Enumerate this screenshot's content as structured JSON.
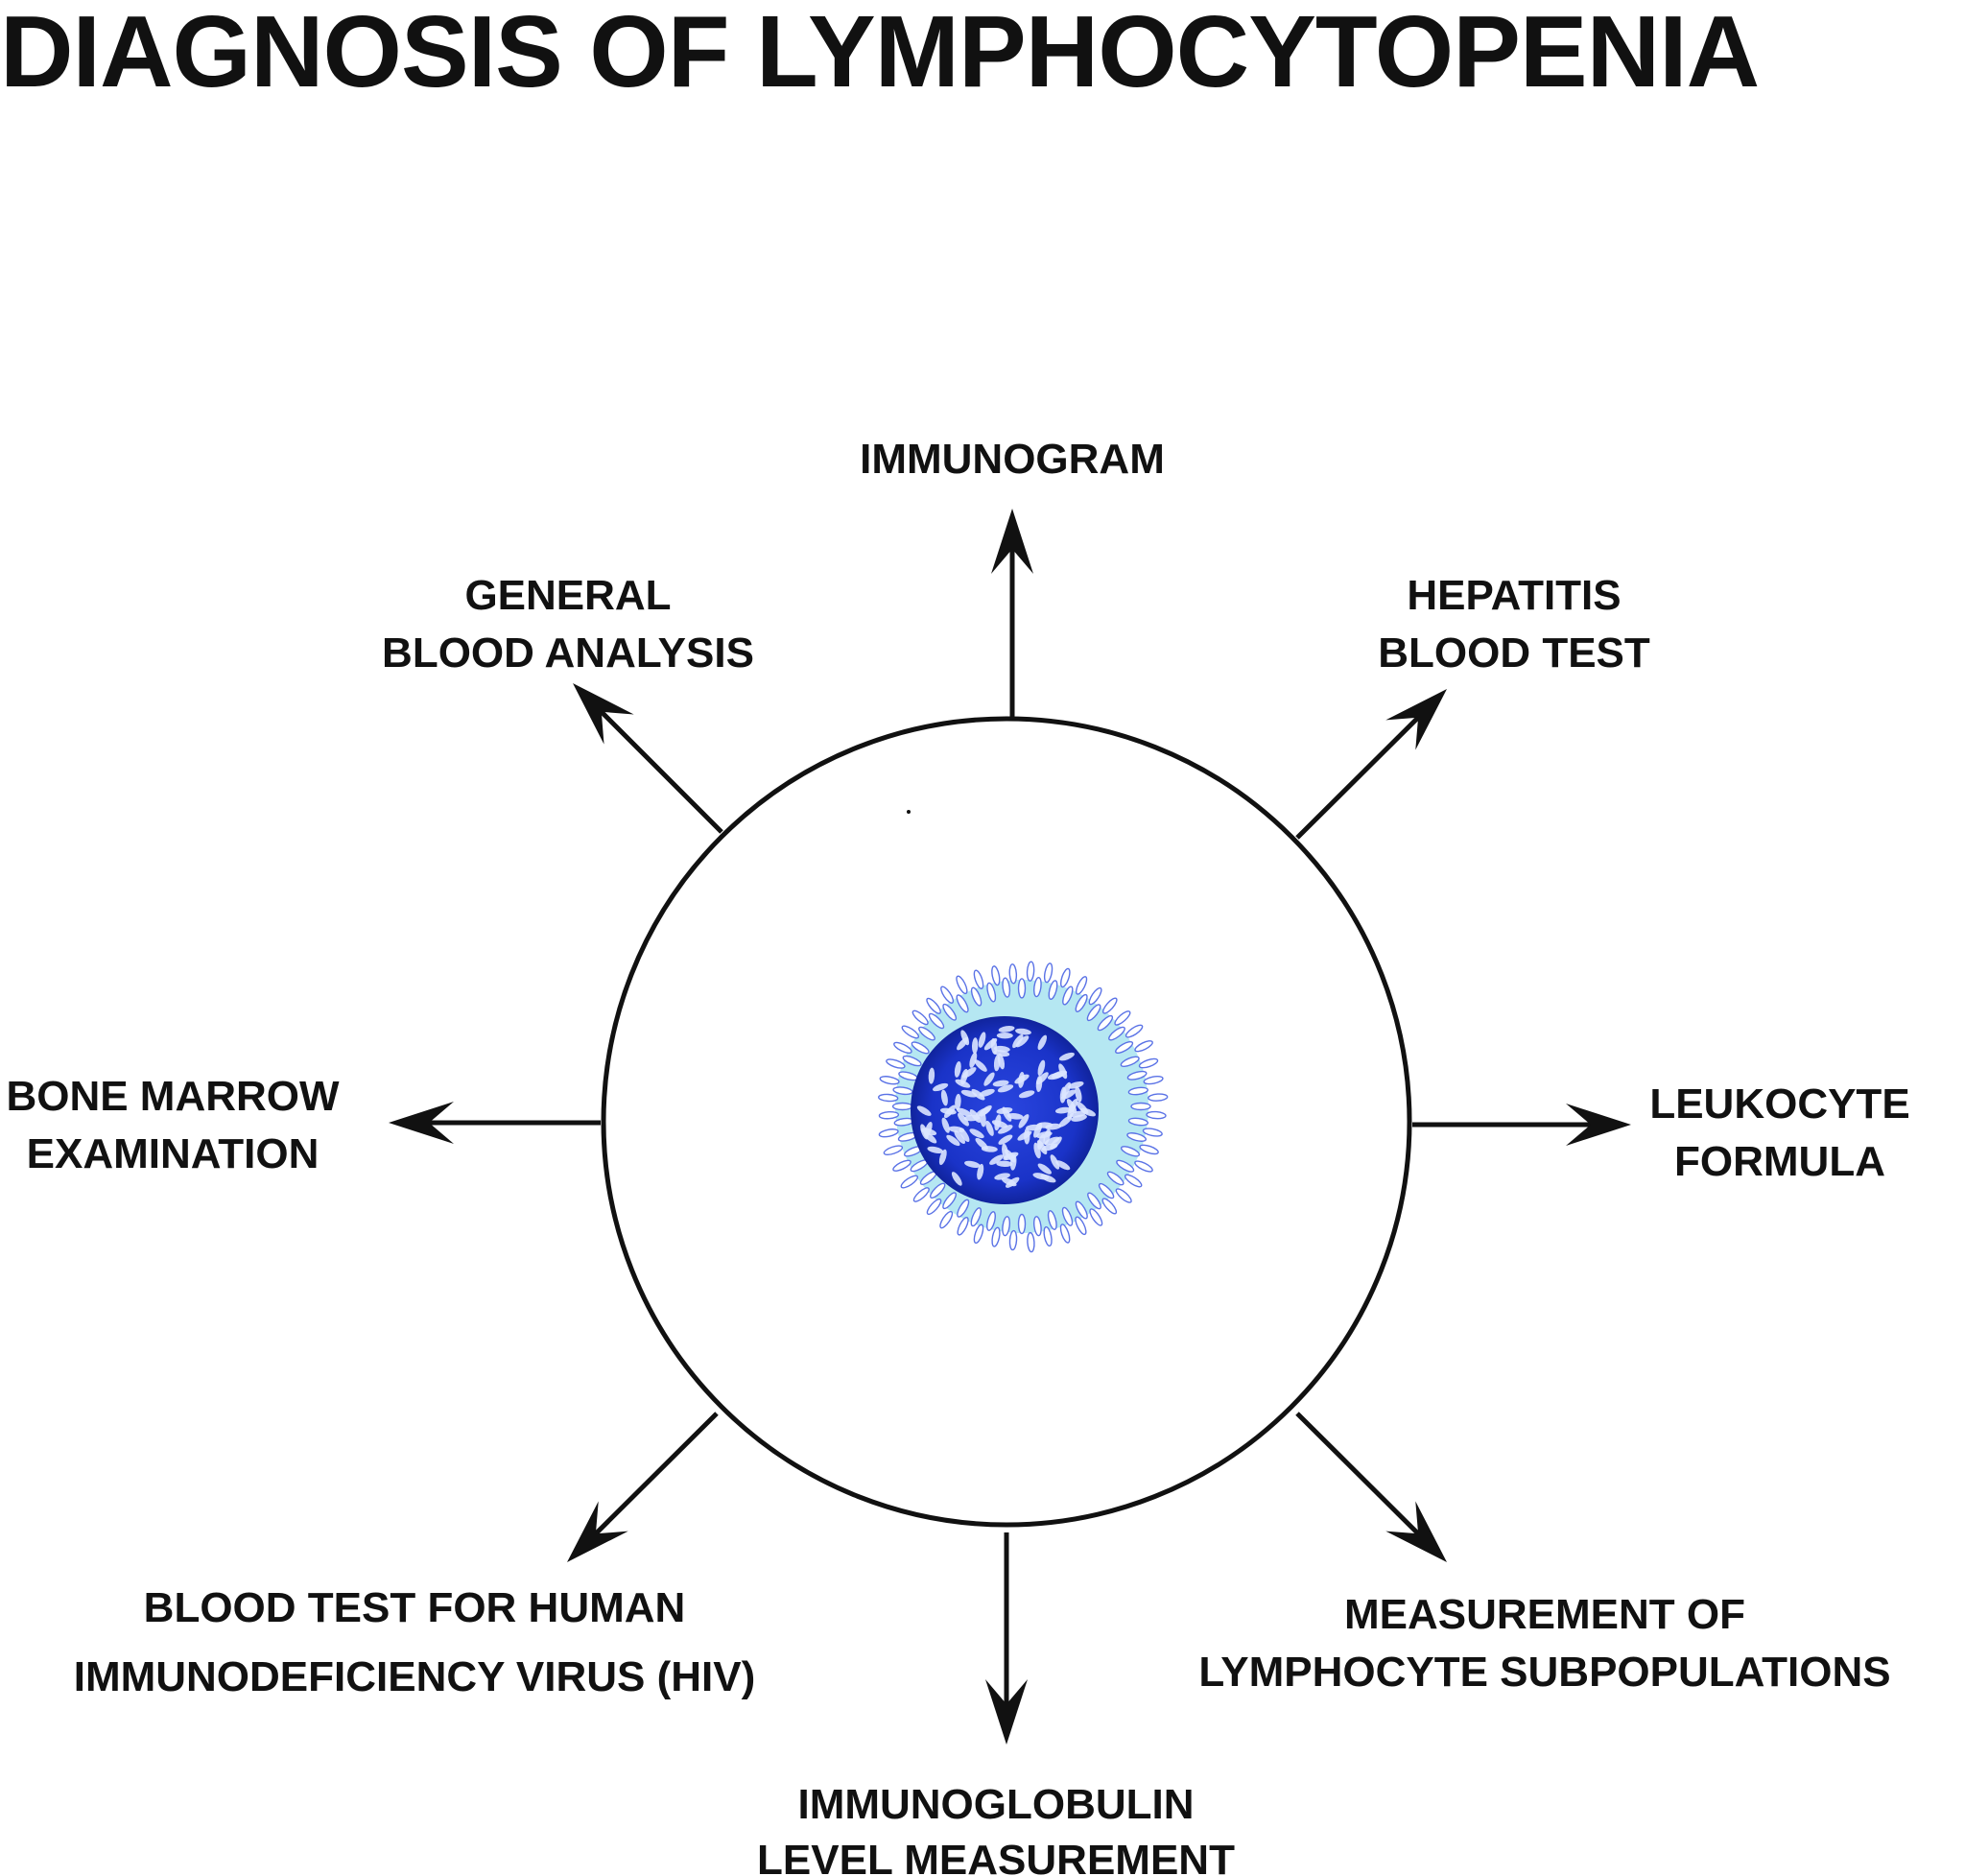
{
  "title": "DIAGNOSIS OF LYMPHOCYTOPENIA",
  "colors": {
    "ink": "#111111",
    "nucleus": "#1a33c8",
    "nucleus_dark": "#0c1d8a",
    "cytoplasm": "#a8e3f0",
    "granule": "#dce6ff",
    "villi": "#5a72e6"
  },
  "center": {
    "icon": "lymphocyte-cell-icon"
  },
  "branches": [
    {
      "id": "immunogram",
      "lines": [
        "IMMUNOGRAM"
      ]
    },
    {
      "id": "hepatitis-blood-test",
      "lines": [
        "HEPATITIS",
        "BLOOD TEST"
      ]
    },
    {
      "id": "leukocyte-formula",
      "lines": [
        "LEUKOCYTE",
        "FORMULA"
      ]
    },
    {
      "id": "measurement-of-lymphocyte-subpopulations",
      "lines": [
        "MEASUREMENT OF",
        "LYMPHOCYTE SUBPOPULATIONS"
      ]
    },
    {
      "id": "immunoglobulin-level-measurement",
      "lines": [
        "IMMUNOGLOBULIN",
        "LEVEL MEASUREMENT"
      ]
    },
    {
      "id": "blood-test-for-hiv",
      "lines": [
        "BLOOD TEST FOR HUMAN",
        "IMMUNODEFICIENCY VIRUS (HIV)"
      ]
    },
    {
      "id": "bone-marrow-examination",
      "lines": [
        "BONE MARROW",
        "EXAMINATION"
      ]
    },
    {
      "id": "general-blood-analysis",
      "lines": [
        "GENERAL",
        "BLOOD ANALYSIS"
      ]
    }
  ]
}
